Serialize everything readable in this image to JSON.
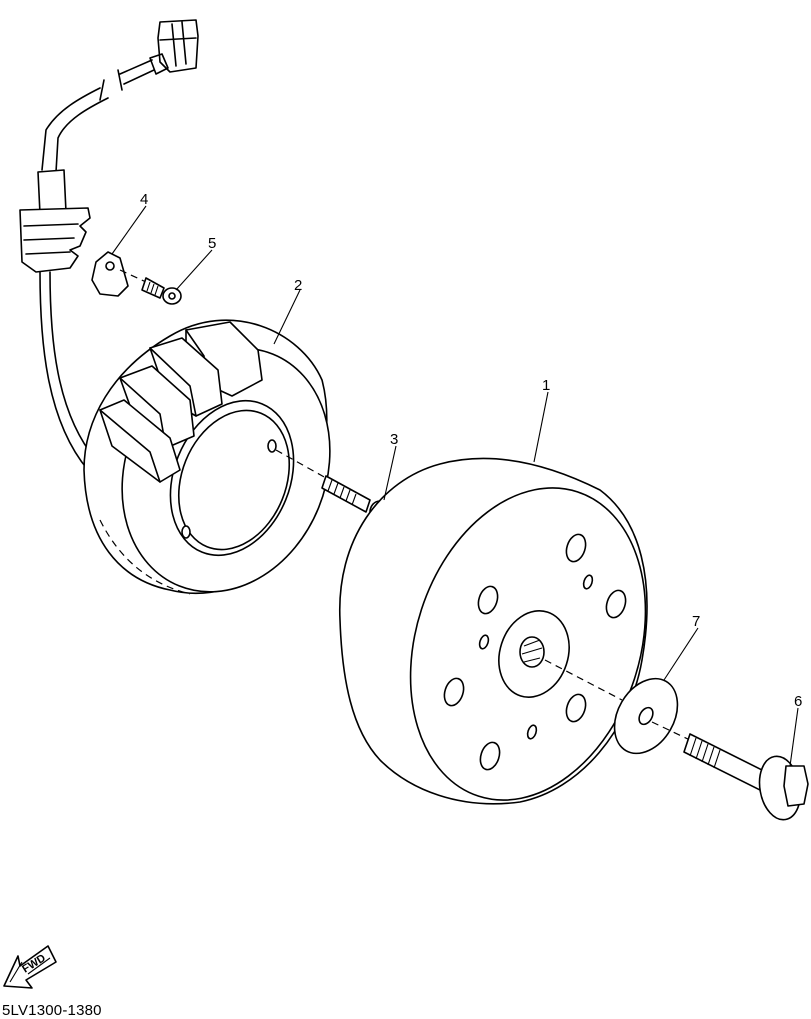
{
  "diagram": {
    "code": "5LV1300-1380",
    "fwd_label": "FWD",
    "callouts": [
      "1",
      "2",
      "3",
      "4",
      "5",
      "6",
      "7"
    ]
  }
}
